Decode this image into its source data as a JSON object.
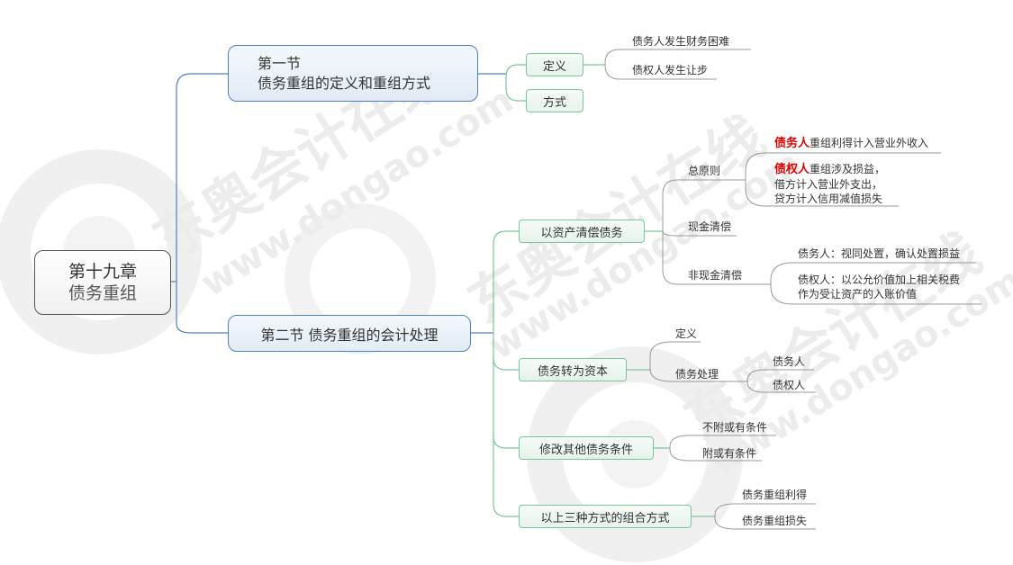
{
  "colors": {
    "root_border": "#555555",
    "section_border": "#4f81bd",
    "section_line": "#4f81bd",
    "sub_border": "#7cc59a",
    "sub_line": "#7cc59a",
    "leaf_line": "#999999",
    "highlight": "#e00000",
    "watermark": "#ececec"
  },
  "watermark": {
    "brand": "东奥会计在线",
    "url": "www.dongao.com"
  },
  "root": {
    "line1": "第十九章",
    "line2": "债务重组"
  },
  "sections": [
    {
      "title_line1": "第一节",
      "title_line2": "债务重组的定义和重组方式",
      "children": [
        {
          "label": "定义",
          "leaves": [
            "债务人发生财务困难",
            "债权人发生让步"
          ]
        },
        {
          "label": "方式",
          "leaves": []
        }
      ]
    },
    {
      "title": "第二节 债务重组的会计处理",
      "children": [
        {
          "label": "以资产清偿债务",
          "branches": [
            {
              "label": "总原则",
              "leaves": [
                {
                  "highlight": "债务人",
                  "text": "重组利得计入营业外收入"
                },
                {
                  "highlight": "债权人",
                  "text": "重组涉及损益，",
                  "line2": "借方计入营业外支出，",
                  "line3": "贷方计入信用减值损失"
                }
              ]
            },
            {
              "label": "现金清偿",
              "leaves": []
            },
            {
              "label": "非现金清偿",
              "leaves": [
                {
                  "text": "债务人：视同处置，确认处置损益"
                },
                {
                  "text": "债权人：以公允价值加上相关税费",
                  "line2": "作为受让资产的入账价值"
                }
              ]
            }
          ]
        },
        {
          "label": "债务转为资本",
          "branches": [
            {
              "label": "定义",
              "leaves": []
            },
            {
              "label": "债务处理",
              "leaves": [
                "债务人",
                "债权人"
              ]
            }
          ]
        },
        {
          "label": "修改其他债务条件",
          "leaves": [
            "不附或有条件",
            "附或有条件"
          ]
        },
        {
          "label": "以上三种方式的组合方式",
          "leaves": [
            "债务重组利得",
            "债务重组损失"
          ]
        }
      ]
    }
  ]
}
